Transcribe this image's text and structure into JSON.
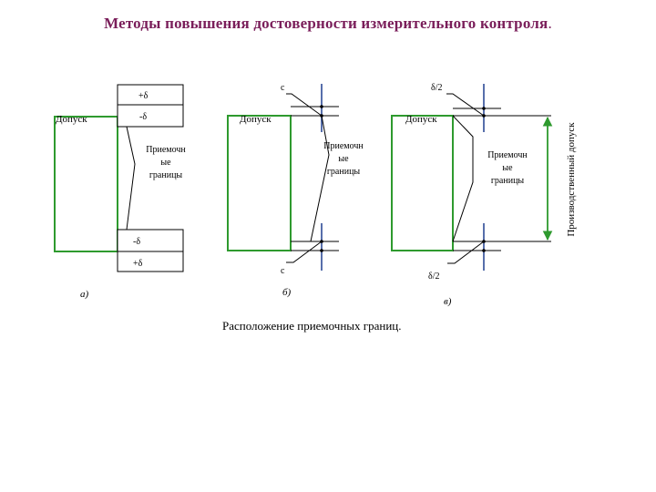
{
  "title": "Методы повышения достоверности измерительного контроля",
  "title_end": ".",
  "caption": "Расположение приемочных границ.",
  "diagram_a": {
    "label": "а)",
    "tolerance": "Допуск",
    "plus_delta_top": "+δ",
    "minus_delta_top": "-δ",
    "minus_delta_bottom": "-δ",
    "plus_delta_bottom": "+δ",
    "acceptance_line1": "Приемочн",
    "acceptance_line2": "ые",
    "acceptance_line3": "границы"
  },
  "diagram_b": {
    "label": "б)",
    "tolerance": "Допуск",
    "c_top": "c",
    "c_bottom": "c",
    "acceptance_line1": "Приемочн",
    "acceptance_line2": "ые",
    "acceptance_line3": "границы"
  },
  "diagram_c": {
    "label": "в)",
    "tolerance": "Допуск",
    "half_delta_top": "δ/2",
    "half_delta_bottom": "δ/2",
    "acceptance_line1": "Приемочн",
    "acceptance_line2": "ые",
    "acceptance_line3": "границы",
    "production_tolerance": "Производственный допуск"
  },
  "colors": {
    "title": "#7a1e5a",
    "tolerance_box": "#2e9a2e",
    "marker_line": "#1f3f8f",
    "lines": "#000000"
  }
}
